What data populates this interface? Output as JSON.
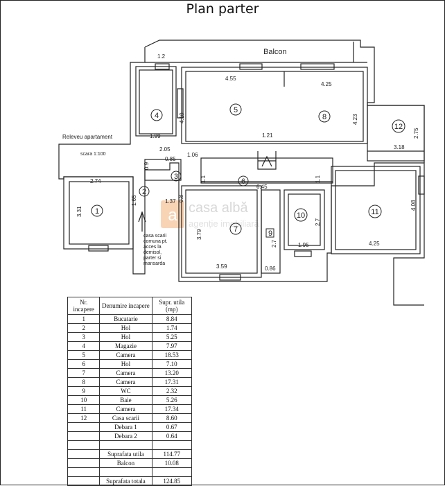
{
  "title": "Plan parter",
  "watermark": {
    "brand": "casa albă",
    "tagline": "agenție imobiliară"
  },
  "plan": {
    "balcony_label": "Balcon",
    "survey_label": "Releveu apartament",
    "scale_label": "scara 1:100",
    "stair_note": [
      "casa scarii",
      "comuna pt.",
      "acces la",
      "demisol,",
      "parter si",
      "mansarda"
    ],
    "rooms": [
      "1",
      "2",
      "3",
      "4",
      "5",
      "6",
      "7",
      "8",
      "9",
      "10",
      "11",
      "12"
    ],
    "dims": [
      "1.2",
      "4.55",
      "4.25",
      "1.99",
      "1.21",
      "3.18",
      "2.74",
      "6.45",
      "1.37",
      "3.59",
      "1.95",
      "4.25",
      "0.86",
      "0.85",
      "2.05",
      "1.06",
      "4.10",
      "4.23",
      "2.75",
      "3.31",
      "1.65",
      "0.9",
      "1.1",
      "1.1",
      "0.8",
      "3.79",
      "2.7",
      "2.7",
      "4.08"
    ]
  },
  "table": {
    "headers": [
      "Nr. incapere",
      "Denumire incapere",
      "Supr. utila (mp)"
    ],
    "rows": [
      {
        "nr": "1",
        "name": "Bucatarie",
        "area": "8.84"
      },
      {
        "nr": "2",
        "name": "Hol",
        "area": "1.74"
      },
      {
        "nr": "3",
        "name": "Hol",
        "area": "5.25"
      },
      {
        "nr": "4",
        "name": "Magazie",
        "area": "7.97"
      },
      {
        "nr": "5",
        "name": "Camera",
        "area": "18.53"
      },
      {
        "nr": "6",
        "name": "Hol",
        "area": "7.10"
      },
      {
        "nr": "7",
        "name": "Camera",
        "area": "13.20"
      },
      {
        "nr": "8",
        "name": "Camera",
        "area": "17.31"
      },
      {
        "nr": "9",
        "name": "WC",
        "area": "2.32"
      },
      {
        "nr": "10",
        "name": "Baie",
        "area": "5.26"
      },
      {
        "nr": "11",
        "name": "Camera",
        "area": "17.34"
      },
      {
        "nr": "12",
        "name": "Casa scarii",
        "area": "8.60"
      },
      {
        "nr": "",
        "name": "Debara 1",
        "area": "0.67"
      },
      {
        "nr": "",
        "name": "Debara 2",
        "area": "0.64"
      }
    ],
    "totals": {
      "usable_label": "Suprafata utila",
      "usable_value": "114.77",
      "balcony_label": "Balcon",
      "balcony_value": "10.08",
      "overall_label": "Suprafata totala",
      "overall_value": "124.85"
    }
  }
}
